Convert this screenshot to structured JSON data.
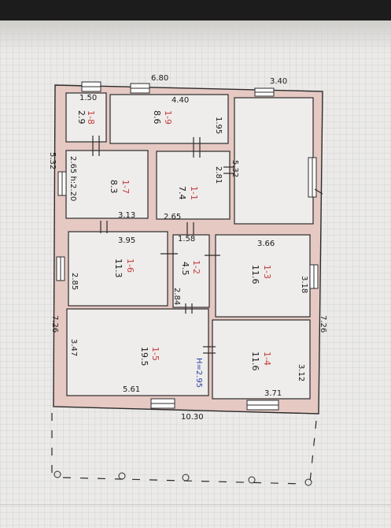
{
  "plan": {
    "overall_dims": {
      "top_left_width": "6.80",
      "top_right_width": "3.40",
      "bottom_width": "10.30",
      "left_depth": "7.26",
      "right_depth": "7.26",
      "left_upper_depth": "5.32",
      "right_upper_depth": "5.32"
    },
    "rooms": [
      {
        "id": "1-8",
        "area": "2.9",
        "dims": [
          "1.50"
        ]
      },
      {
        "id": "1-9",
        "area": "8.6",
        "dims": [
          "4.40",
          "1.95"
        ]
      },
      {
        "id": "1-7",
        "area": "8.3",
        "dims": [
          "2.65 h:2.20",
          "3.13"
        ]
      },
      {
        "id": "1-1",
        "area": "7.4",
        "dims": [
          "2.81",
          "2.65"
        ]
      },
      {
        "id": "1-6",
        "area": "11.3",
        "dims": [
          "3.95",
          "2.85"
        ]
      },
      {
        "id": "1-2",
        "area": "4.5",
        "dims": [
          "1.58",
          "2.84"
        ]
      },
      {
        "id": "1-3",
        "area": "11.6",
        "dims": [
          "3.66",
          "3.18"
        ]
      },
      {
        "id": "1-5",
        "area": "19.5",
        "dims": [
          "3.47",
          "5.61"
        ]
      },
      {
        "id": "1-4",
        "area": "11.6",
        "dims": [
          "3.12",
          "3.71"
        ]
      }
    ],
    "height_note": "H=2.95"
  }
}
